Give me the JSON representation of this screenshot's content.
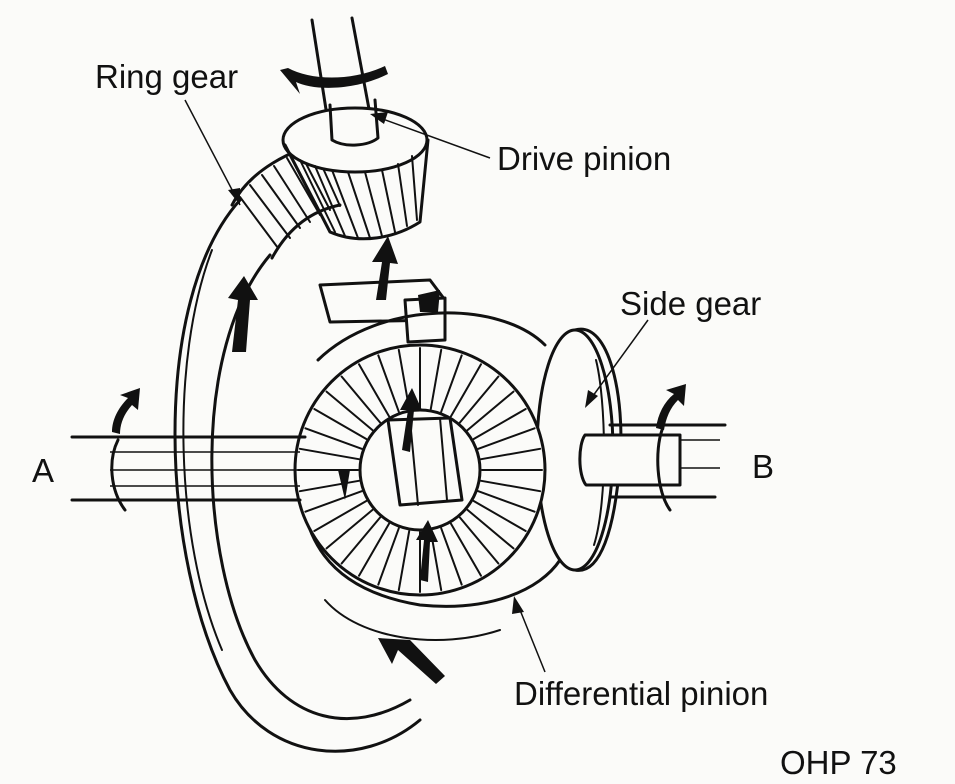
{
  "labels": {
    "ring_gear": "Ring gear",
    "drive_pinion": "Drive pinion",
    "side_gear": "Side gear",
    "shaft_a": "A",
    "shaft_b": "B",
    "differential_pinion": "Differential pinion",
    "slide_id": "OHP 73"
  },
  "colors": {
    "ink": "#111111",
    "paper": "#fbfbf9"
  }
}
